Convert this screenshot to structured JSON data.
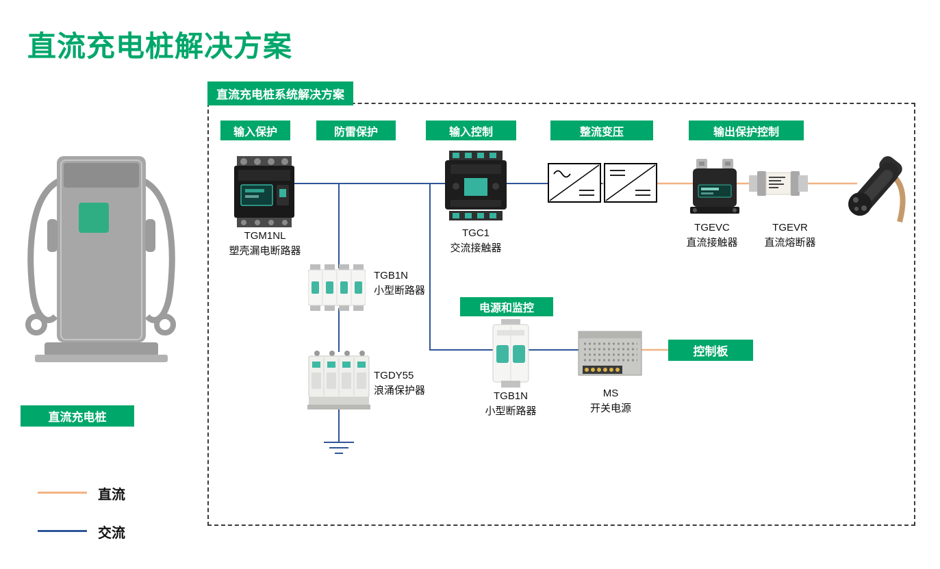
{
  "page": {
    "title": "直流充电桩解决方案",
    "diagram_title": "直流充电桩系统解决方案",
    "station_label": "直流充电桩"
  },
  "badges": {
    "input_protection": "输入保护",
    "lightning_protection": "防雷保护",
    "input_control": "输入控制",
    "rectify_transform": "整流变压",
    "output_protection": "输出保护控制",
    "power_monitoring": "电源和监控",
    "control_board": "控制板"
  },
  "components": {
    "tgm1nl": {
      "model": "TGM1NL",
      "desc": "塑壳漏电断路器"
    },
    "tgb1n_main": {
      "model": "TGB1N",
      "desc": "小型断路器"
    },
    "tgdy55": {
      "model": "TGDY55",
      "desc": "浪涌保护器"
    },
    "tgc1": {
      "model": "TGC1",
      "desc": "交流接触器"
    },
    "tgevc": {
      "model": "TGEVC",
      "desc": "直流接触器"
    },
    "tgevr": {
      "model": "TGEVR",
      "desc": "直流熔断器"
    },
    "tgb1n_aux": {
      "model": "TGB1N",
      "desc": "小型断路器"
    },
    "ms": {
      "model": "MS",
      "desc": "开关电源"
    }
  },
  "legend": {
    "dc": "直流",
    "ac": "交流"
  },
  "colors": {
    "green": "#00A76A",
    "ac_blue": "#2E5597",
    "dc_orange": "#F1B283"
  }
}
